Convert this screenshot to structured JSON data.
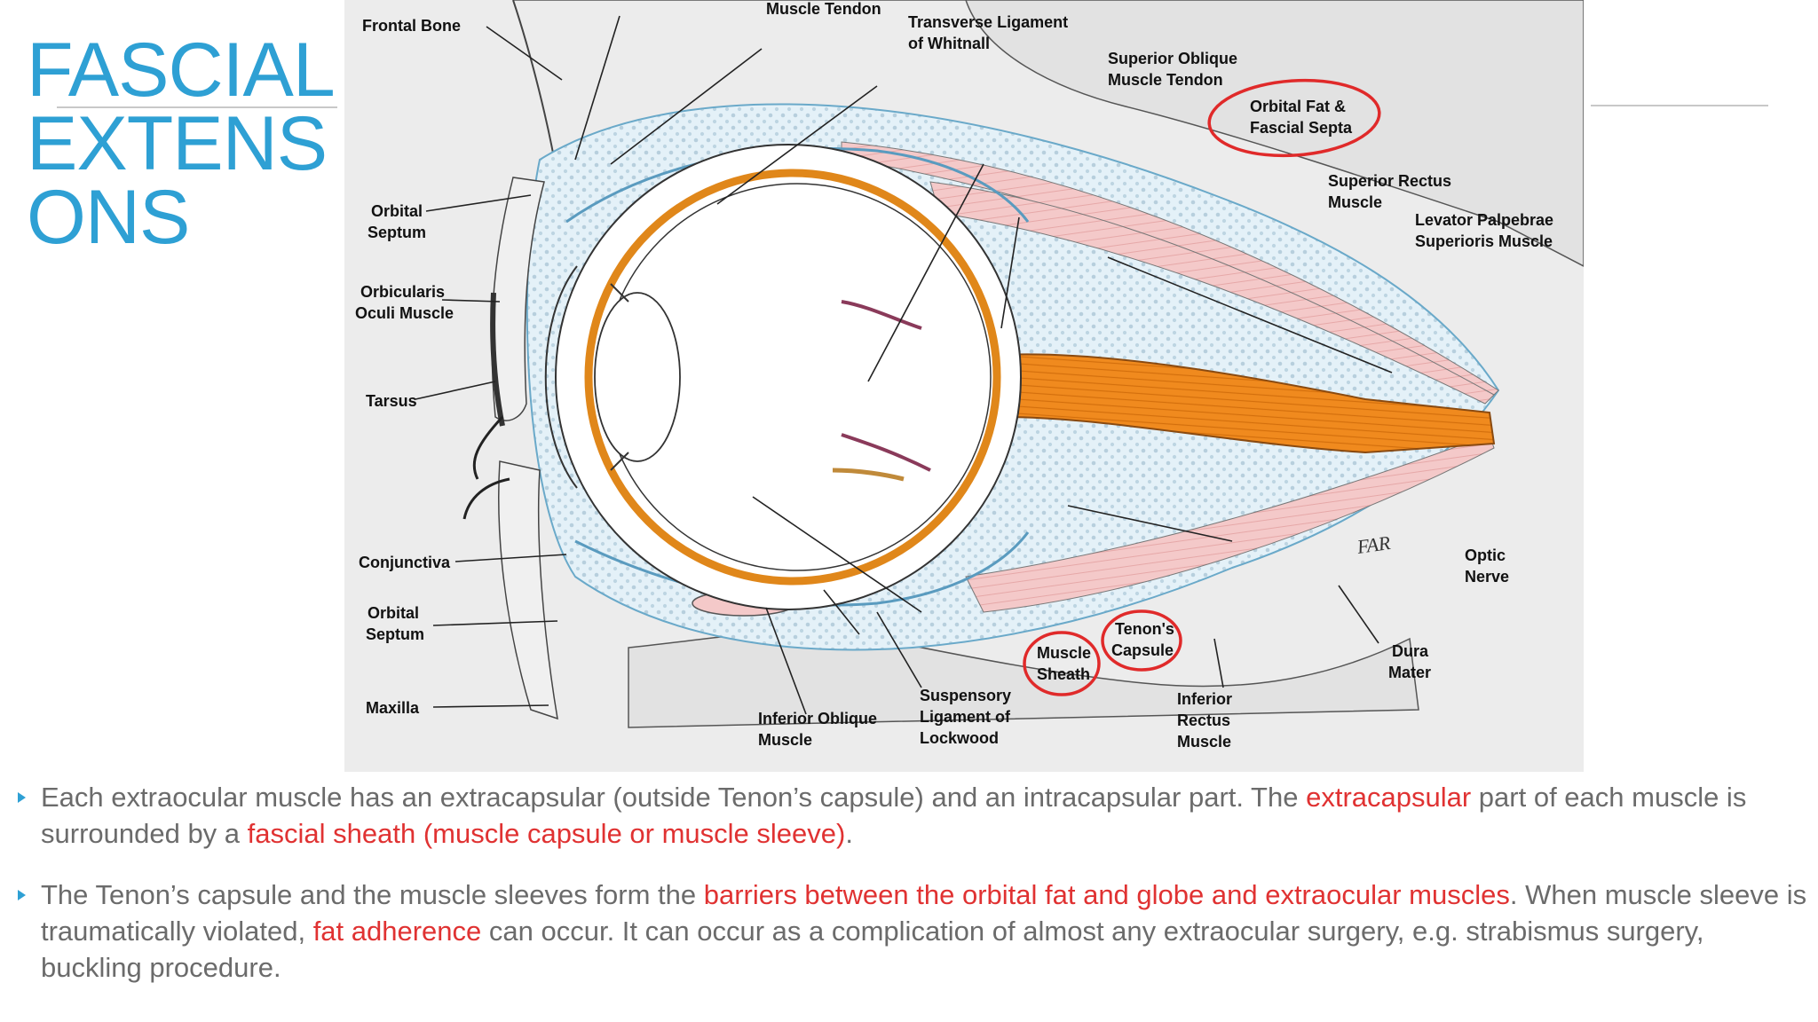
{
  "slide": {
    "title": "FASCIAL\nEXTENS\nONS",
    "accent_color": "#2ea0d4",
    "highlight_color": "#e03232"
  },
  "diagram": {
    "labels": {
      "frontal_bone": "Frontal Bone",
      "muscle_tendon": "Muscle Tendon",
      "transverse_1": "Transverse Ligament",
      "transverse_2": "of Whitnall",
      "sup_oblique_1": "Superior Oblique",
      "sup_oblique_2": "Muscle Tendon",
      "orbital_fat_1": "Orbital Fat &",
      "orbital_fat_2": "Fascial Septa",
      "sup_rectus_1": "Superior Rectus",
      "sup_rectus_2": "Muscle",
      "levator_1": "Levator Palpebrae",
      "levator_2": "Superioris Muscle",
      "orbital_septum_top_1": "Orbital",
      "orbital_septum_top_2": "Septum",
      "orbicularis_1": "Orbicularis",
      "orbicularis_2": "Oculi Muscle",
      "tarsus": "Tarsus",
      "conjunctiva": "Conjunctiva",
      "orbital_septum_bot_1": "Orbital",
      "orbital_septum_bot_2": "Septum",
      "maxilla": "Maxilla",
      "inf_oblique_1": "Inferior Oblique",
      "inf_oblique_2": "Muscle",
      "suspensory_1": "Suspensory",
      "suspensory_2": "Ligament of",
      "suspensory_3": "Lockwood",
      "muscle_sheath_1": "Muscle",
      "muscle_sheath_2": "Sheath",
      "tenons_1": "Tenon's",
      "tenons_2": "Capsule",
      "inf_rectus_1": "Inferior",
      "inf_rectus_2": "Rectus",
      "inf_rectus_3": "Muscle",
      "optic_1": "Optic",
      "optic_2": "Nerve",
      "dura_1": "Dura",
      "dura_2": "Mater",
      "signature": "FAR"
    },
    "circled_labels": [
      "Orbital Fat & Fascial Septa",
      "Muscle Sheath",
      "Tenon's Capsule"
    ]
  },
  "notes": {
    "b1": {
      "t1": "Each extraocular muscle has an extracapsular (outside Tenon’s capsule) and an intracapsular part. The ",
      "h1": "extracapsular",
      "t2": " part of each muscle is surrounded by a ",
      "h2": "fascial sheath (muscle capsule or muscle sleeve)",
      "t3": "."
    },
    "b2": {
      "t1": "The  Tenon’s capsule and the muscle sleeves form the ",
      "h1": "barriers between the orbital fat and globe and extraocular muscles",
      "t2": ". When muscle sleeve is traumatically violated, ",
      "h2": "fat adherence",
      "t3": " can occur. It can occur as a complication of almost any extraocular surgery, e.g. strabismus surgery, buckling procedure."
    }
  }
}
